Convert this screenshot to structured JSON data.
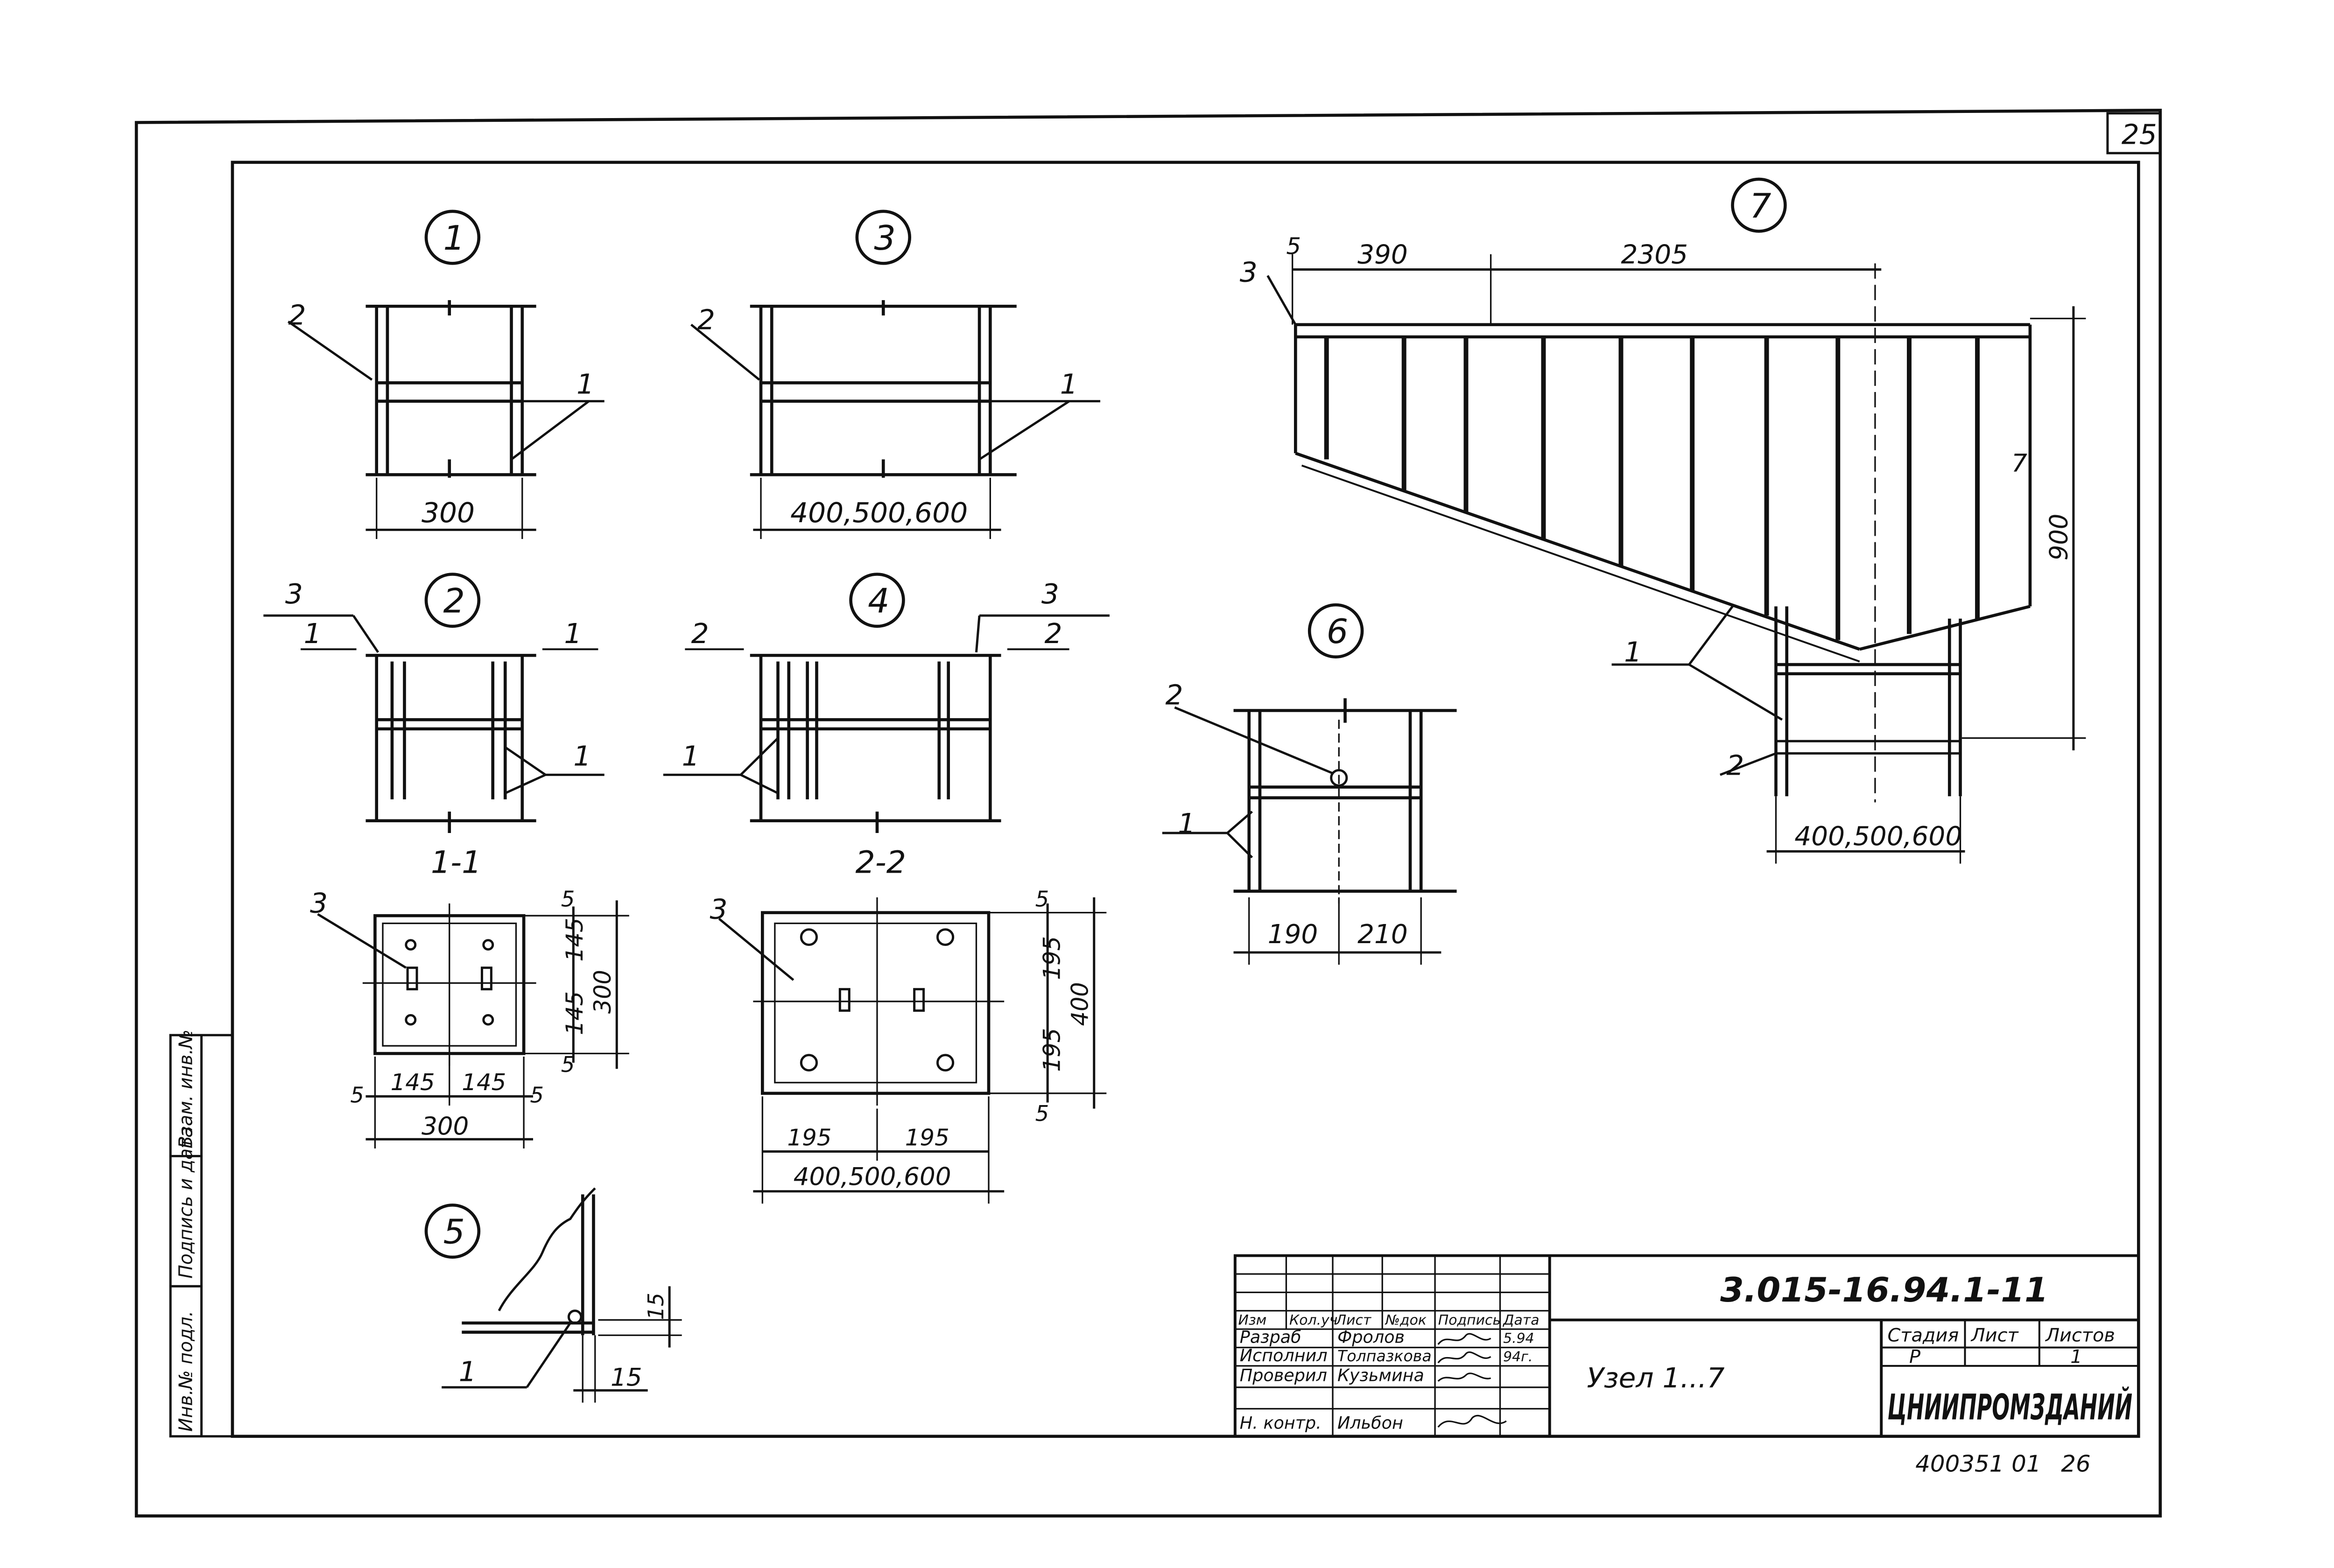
{
  "sheet_number": "25",
  "detail_ids": [
    "1",
    "2",
    "3",
    "4",
    "5",
    "6",
    "7"
  ],
  "section_labels": [
    "1-1",
    "2-2"
  ],
  "detail1": {
    "pos_top": "2",
    "pos_bottom": "1",
    "dim": "300"
  },
  "detail2": {
    "pos_top": "3",
    "section_mark": "1",
    "pos_bottom": "1"
  },
  "detail3": {
    "pos_top": "2",
    "pos_bottom": "1",
    "dim": "400,500,600"
  },
  "detail4": {
    "pos_top": "3",
    "section_mark": "2",
    "pos_bottom": "1"
  },
  "section11": {
    "pos": "3",
    "dims": {
      "edge": "5",
      "half": "145",
      "total": "300"
    }
  },
  "section22": {
    "pos": "3",
    "dims": {
      "edge": "5",
      "half": "195",
      "side": "400",
      "total": "400,500,600"
    }
  },
  "detail5": {
    "pos": "1",
    "dim": "15"
  },
  "detail6": {
    "pos_top": "2",
    "pos_bottom": "1",
    "dim_left": "190",
    "dim_right": "210"
  },
  "detail7": {
    "pos_3": "3",
    "pos_1": "1",
    "pos_2": "2",
    "dim_5": "5",
    "dim_390": "390",
    "dim_2305": "2305",
    "dim_900": "900",
    "dim_7": "7",
    "dim_bottom": "400,500,600"
  },
  "stamp": {
    "doc_code": "3.015-16.94.1-11",
    "title": "Узел 1...7",
    "col_headers": [
      "Изм",
      "Кол.уч",
      "Лист",
      "№док",
      "Подпись",
      "Дата"
    ],
    "rows": [
      {
        "role": "Разраб",
        "name": "Фролов",
        "date": "5.94"
      },
      {
        "role": "Исполнил",
        "name": "Толпазкова",
        "date": "94г."
      },
      {
        "role": "Проверил",
        "name": "Кузьмина",
        "date": ""
      },
      {
        "role": "Н. контр.",
        "name": "Ильбон",
        "date": ""
      }
    ],
    "stage_header": "Стадия",
    "sheet_header": "Лист",
    "sheets_header": "Листов",
    "stage": "Р",
    "sheet": "1",
    "org": "ЦНИИПРОМЗДАНИЙ"
  },
  "side_stamp_labels": [
    "Инв.№ подл.",
    "Подпись и дата",
    "Взам. инв.№"
  ],
  "bottom_code": "400351 01",
  "bottom_num": "26"
}
